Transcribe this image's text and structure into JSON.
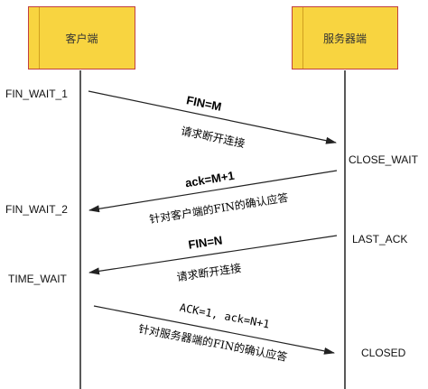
{
  "participants": {
    "client": "客户端",
    "server": "服务器端"
  },
  "client_states": [
    "FIN_WAIT_1",
    "FIN_WAIT_2",
    "TIME_WAIT"
  ],
  "server_states": [
    "CLOSE_WAIT",
    "LAST_ACK",
    "CLOSED"
  ],
  "messages": [
    {
      "label": "FIN=M",
      "desc": "请求断开连接"
    },
    {
      "label": "ack=M+1",
      "desc": "针对客户端的FIN的确认应答"
    },
    {
      "label": "FIN=N",
      "desc": "请求断开连接"
    },
    {
      "label": "ACK=1, ack=N+1",
      "desc": "针对服务器端的FIN的确认应答"
    }
  ],
  "colors": {
    "box_fill": "#f8d440",
    "box_border": "#c04040",
    "line": "#222222"
  }
}
